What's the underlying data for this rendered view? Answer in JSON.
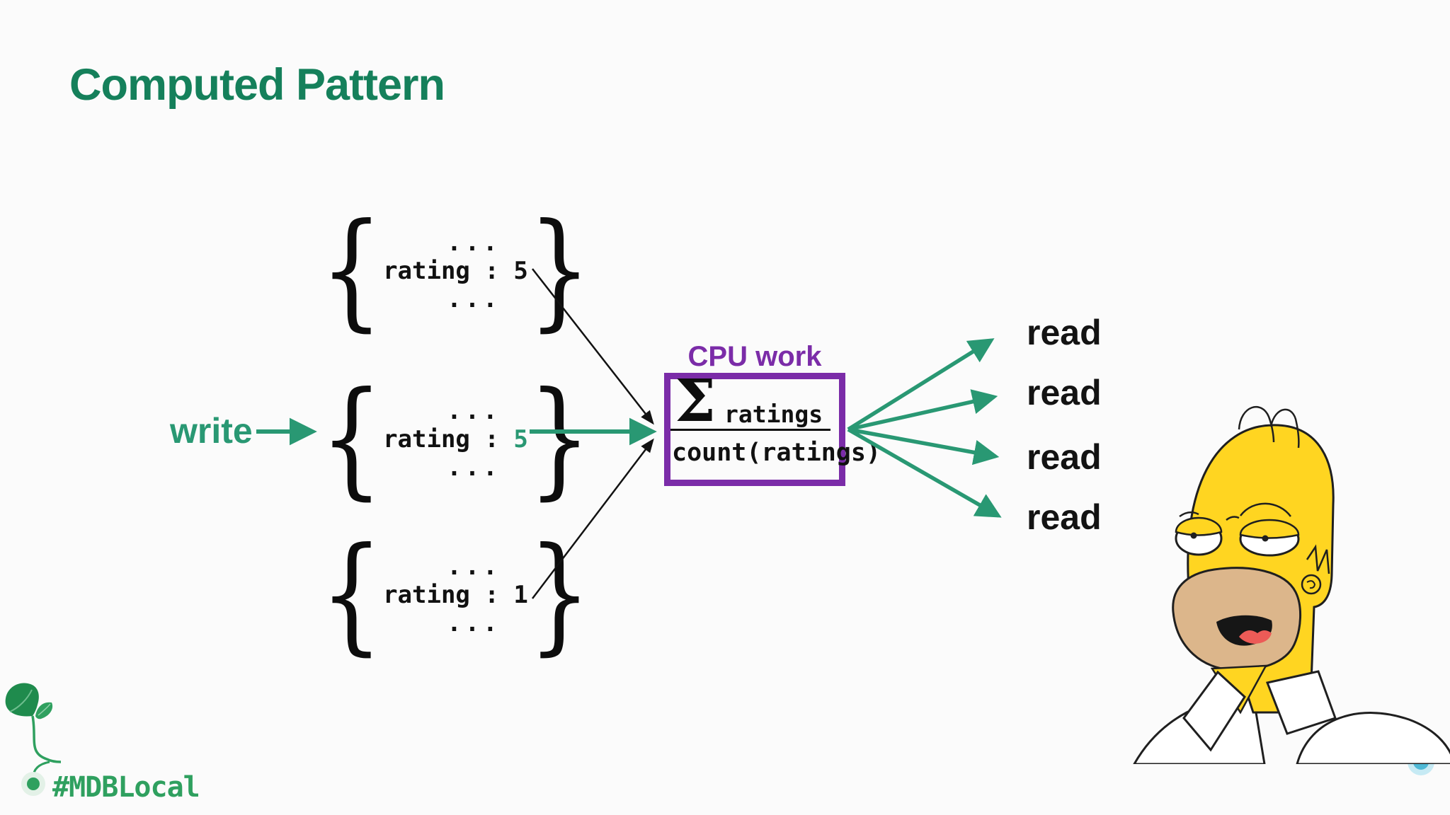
{
  "slide": {
    "title": "Computed Pattern"
  },
  "diagram": {
    "write_label": "write",
    "documents": [
      {
        "ellipsis_top": "...",
        "code_prefix": "rating : ",
        "value": "5",
        "ellipsis_bottom": "..."
      },
      {
        "ellipsis_top": "...",
        "code_prefix": "rating : ",
        "value": "5",
        "ellipsis_bottom": "..."
      },
      {
        "ellipsis_top": "...",
        "code_prefix": "rating : ",
        "value": "1",
        "ellipsis_bottom": "..."
      }
    ],
    "cpu_box": {
      "label": "CPU work",
      "numerator_symbol": "Σ",
      "numerator_text": "ratings",
      "denominator_text": "count(ratings)"
    },
    "read_labels": [
      "read",
      "read",
      "read",
      "read"
    ],
    "illustration": "homer-simpson"
  },
  "footer": {
    "hashtag": "#MDBLocal",
    "icons": [
      "sprout-icon",
      "timeline-line",
      "endpoint-dot"
    ]
  },
  "colors": {
    "title_green": "#15805B",
    "accent_green": "#299873",
    "purple": "#7B2CA8",
    "footer_green": "#2FA05F",
    "footer_blue": "#4FB9D6",
    "text_black": "#111111"
  }
}
